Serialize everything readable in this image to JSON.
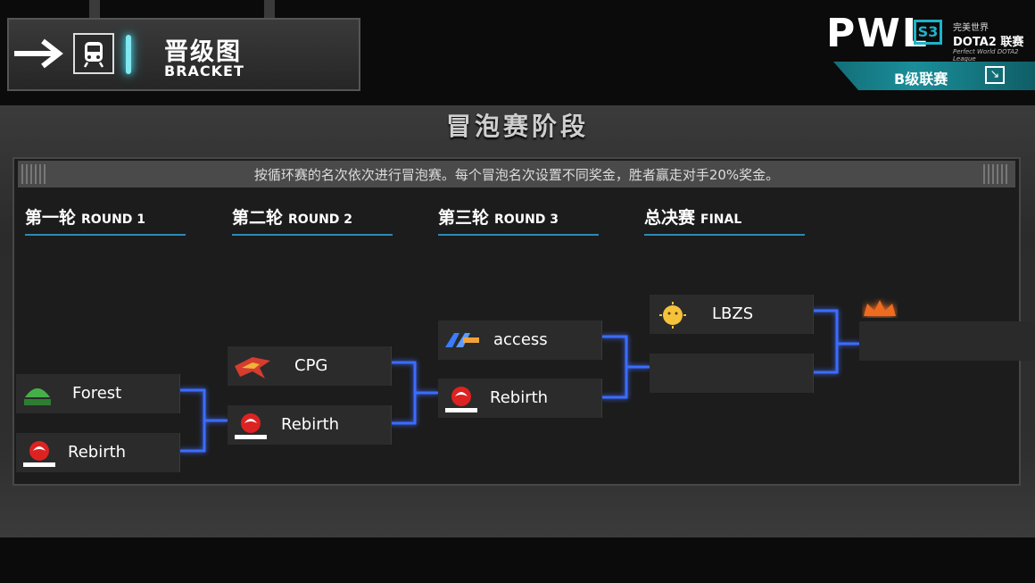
{
  "header": {
    "title_cn": "晋级图",
    "title_en": "BRACKET"
  },
  "logo": {
    "wordmark": "PWL",
    "season": "S3",
    "tagline_cn": "完美世界",
    "product": "DOTA2 联赛",
    "subtitle": "Perfect World DOTA2 League",
    "league_label": "B级联赛"
  },
  "board": {
    "title": "冒泡赛阶段",
    "description": "按循环赛的名次依次进行冒泡赛。每个冒泡名次设置不同奖金，胜者赢走对手20%奖金。"
  },
  "rounds": [
    {
      "cn": "第一轮",
      "en": "ROUND 1"
    },
    {
      "cn": "第二轮",
      "en": "ROUND 2"
    },
    {
      "cn": "第三轮",
      "en": "ROUND 3"
    },
    {
      "cn": "总决赛",
      "en": "FINAL"
    }
  ],
  "matches": {
    "r1": [
      "Forest",
      "Rebirth"
    ],
    "r2": [
      "CPG",
      "Rebirth"
    ],
    "r3": [
      "access",
      "Rebirth"
    ],
    "final": [
      "LBZS",
      ""
    ]
  },
  "colors": {
    "accent_teal": "#1a8e99",
    "connector_blue": "#3c6cff",
    "round_underline": "#2d88b4"
  }
}
